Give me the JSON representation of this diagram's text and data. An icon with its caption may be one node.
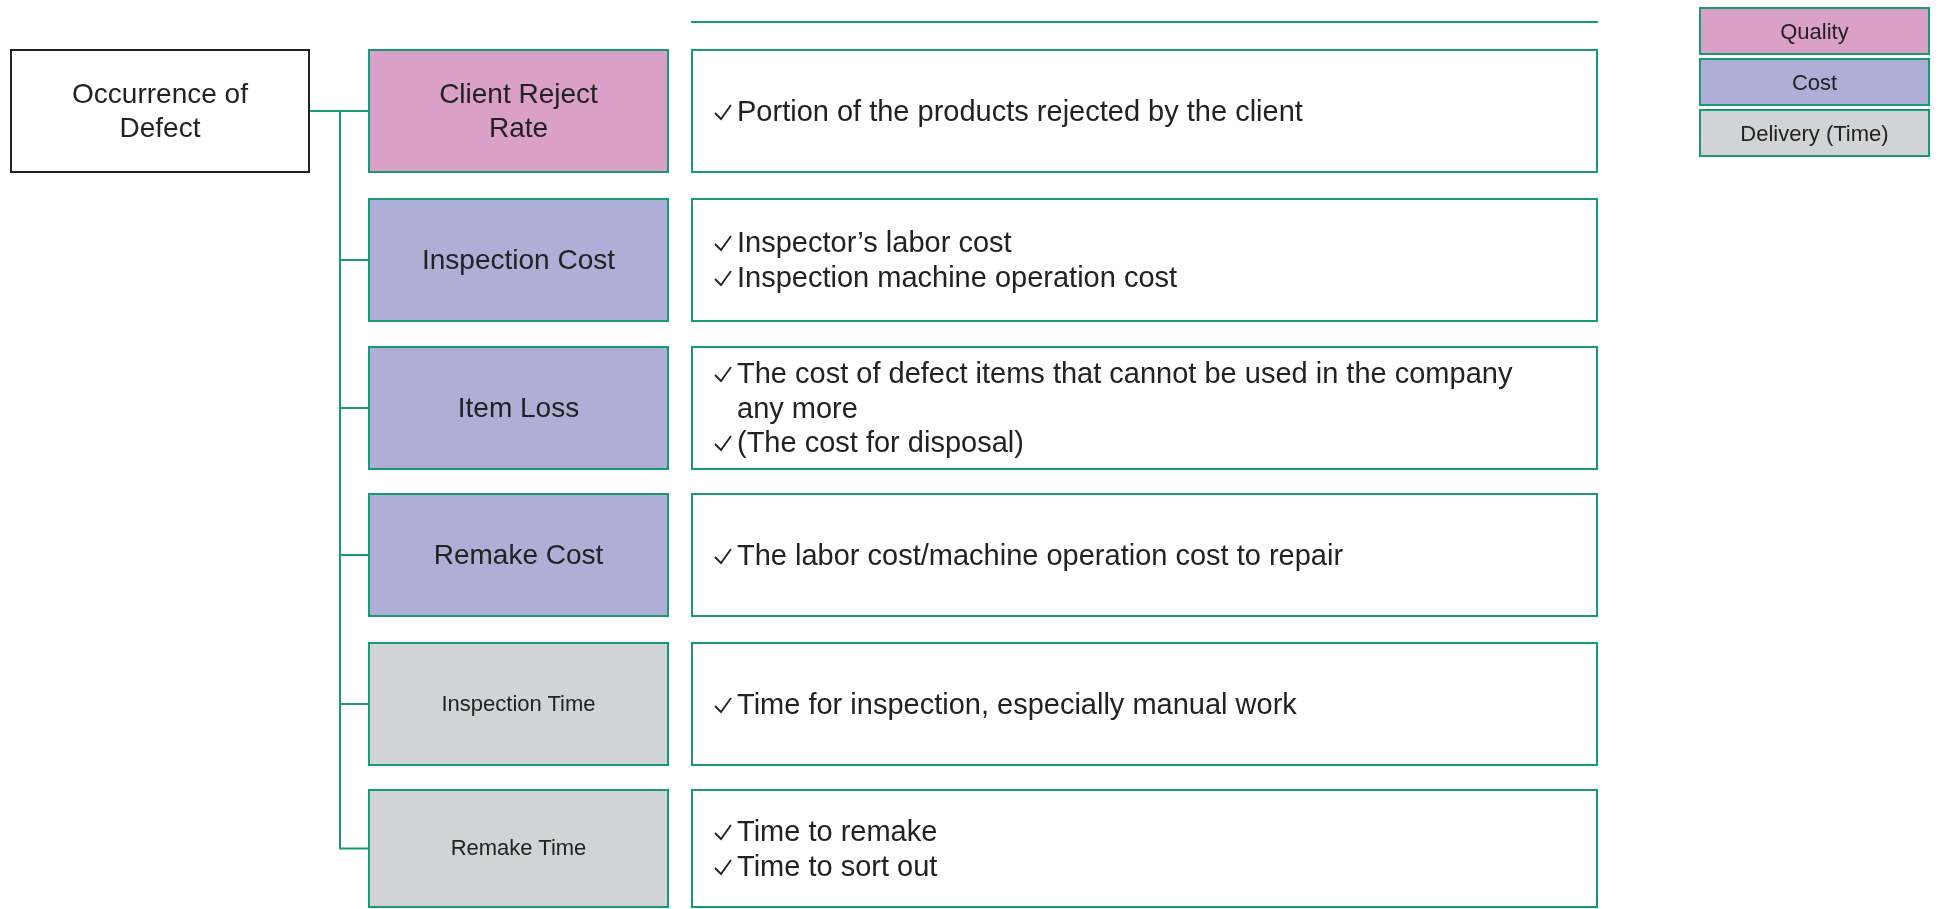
{
  "diagram": {
    "nodes": [
      {
        "text": [
          "Occurrence of Defect"
        ]
      },
      {
        "text": [
          "Client Reject Rate"
        ]
      },
      {
        "text": [
          "Inspection Cost"
        ]
      },
      {
        "text": [
          "Item Loss"
        ]
      },
      {
        "text": [
          "Remake Cost"
        ]
      },
      {
        "text": [
          "Inspection Time"
        ]
      },
      {
        "text": [
          "Remake Time"
        ]
      },
      {
        "text": [
          "Portion of the products rejected by the client"
        ]
      },
      {
        "text": [
          "Inspector’s labor cost",
          "Inspection machine operation cost"
        ]
      },
      {
        "text": [
          "The cost of defect items that cannot be used in the company any more",
          "(The cost for disposal)"
        ]
      },
      {
        "text": [
          "The labor cost/machine operation cost to repair"
        ]
      },
      {
        "text": [
          "Time for inspection, especially manual work"
        ]
      },
      {
        "text": [
          "Time to remake",
          "Time to sort out"
        ]
      }
    ],
    "edges": [
      {
        "from": 0,
        "to": 1,
        "arrow": "none"
      },
      {
        "from": 0,
        "to": 2,
        "arrow": "none"
      },
      {
        "from": 0,
        "to": 3,
        "arrow": "none"
      },
      {
        "from": 0,
        "to": 4,
        "arrow": "none"
      },
      {
        "from": 0,
        "to": 5,
        "arrow": "none"
      },
      {
        "from": 0,
        "to": 6,
        "arrow": "none"
      }
    ],
    "legend": [
      {
        "text": "Quality",
        "color": "#dba0c8"
      },
      {
        "text": "Cost",
        "color": "#aeaed6"
      },
      {
        "text": "Delivery (Time)",
        "color": "#d1d3d4"
      }
    ]
  }
}
